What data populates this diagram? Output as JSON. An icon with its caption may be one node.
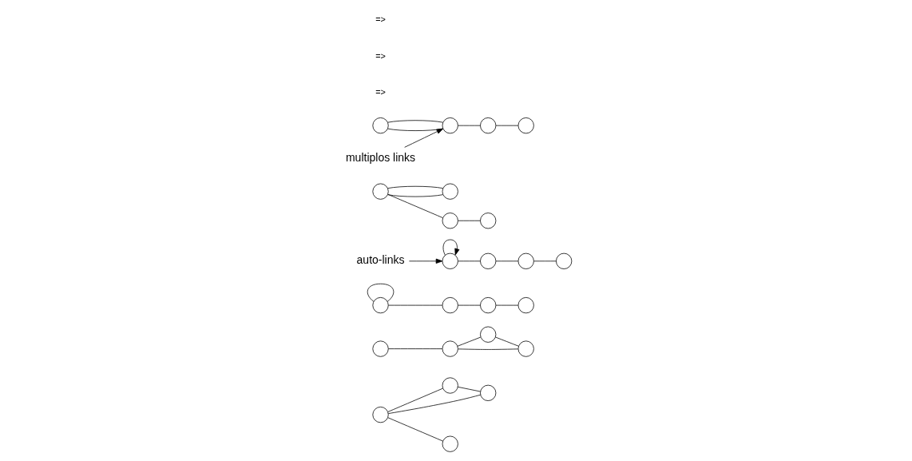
{
  "diagram": {
    "nodes": [
      {
        "text": [],
        "shape": "circle"
      },
      {
        "text": [],
        "shape": "circle"
      },
      {
        "text": [],
        "shape": "circle"
      },
      {
        "text": [],
        "shape": "circle"
      },
      {
        "text": [],
        "shape": "circle"
      },
      {
        "text": [],
        "shape": "circle"
      },
      {
        "text": [],
        "shape": "circle"
      },
      {
        "text": [],
        "shape": "circle"
      },
      {
        "text": [],
        "shape": "circle"
      },
      {
        "text": [],
        "shape": "circle"
      },
      {
        "text": [],
        "shape": "circle"
      },
      {
        "text": [],
        "shape": "circle"
      },
      {
        "text": [],
        "shape": "circle"
      },
      {
        "text": [],
        "shape": "circle"
      },
      {
        "text": [],
        "shape": "circle"
      },
      {
        "text": [],
        "shape": "circle"
      },
      {
        "text": [
          "auto-links"
        ]
      },
      {
        "text": [],
        "shape": "circle"
      },
      {
        "text": [],
        "shape": "circle"
      },
      {
        "text": [],
        "shape": "circle"
      },
      {
        "text": [],
        "shape": "circle"
      },
      {
        "text": [],
        "shape": "circle"
      },
      {
        "text": [],
        "shape": "circle"
      },
      {
        "text": [],
        "shape": "circle"
      },
      {
        "text": [],
        "shape": "circle"
      },
      {
        "text": [
          "multiplos links"
        ]
      }
    ],
    "edges": [
      {
        "from": 0,
        "to": 1,
        "arrow": "none"
      },
      {
        "from": 1,
        "to": 2,
        "arrow": "none"
      },
      {
        "from": 0,
        "to": 2,
        "arrow": "none"
      },
      {
        "from": 0,
        "to": 3,
        "arrow": "none"
      },
      {
        "from": 4,
        "to": 5,
        "arrow": "none"
      },
      {
        "from": 5,
        "to": 6,
        "arrow": "none"
      },
      {
        "from": 5,
        "to": 7,
        "arrow": "none"
      },
      {
        "from": 6,
        "to": 7,
        "arrow": "none"
      },
      {
        "from": 8,
        "to": 8,
        "arrow": "none"
      },
      {
        "from": 8,
        "to": 9,
        "arrow": "none"
      },
      {
        "from": 9,
        "to": 10,
        "arrow": "none"
      },
      {
        "from": 10,
        "to": 11,
        "arrow": "none"
      },
      {
        "from": 12,
        "to": 12,
        "arrow": "to"
      },
      {
        "from": 12,
        "to": 13,
        "arrow": "none"
      },
      {
        "from": 13,
        "to": 14,
        "arrow": "none"
      },
      {
        "from": 14,
        "to": 15,
        "arrow": "none"
      },
      {
        "from": 16,
        "to": 12,
        "arrow": "to"
      },
      {
        "from": 17,
        "to": 18,
        "arrow": "none"
      },
      {
        "from": 17,
        "to": 18,
        "arrow": "none"
      },
      {
        "from": 17,
        "to": 19,
        "arrow": "none"
      },
      {
        "from": 19,
        "to": 20,
        "arrow": "none"
      },
      {
        "from": 21,
        "to": 22,
        "arrow": "none"
      },
      {
        "from": 21,
        "to": 22,
        "arrow": "none"
      },
      {
        "from": 22,
        "to": 23,
        "arrow": "none"
      },
      {
        "from": 23,
        "to": 24,
        "arrow": "none"
      },
      {
        "from": 25,
        "to": 22,
        "arrow": "to"
      }
    ],
    "labels": [
      "=>",
      "=>",
      "=>"
    ]
  }
}
